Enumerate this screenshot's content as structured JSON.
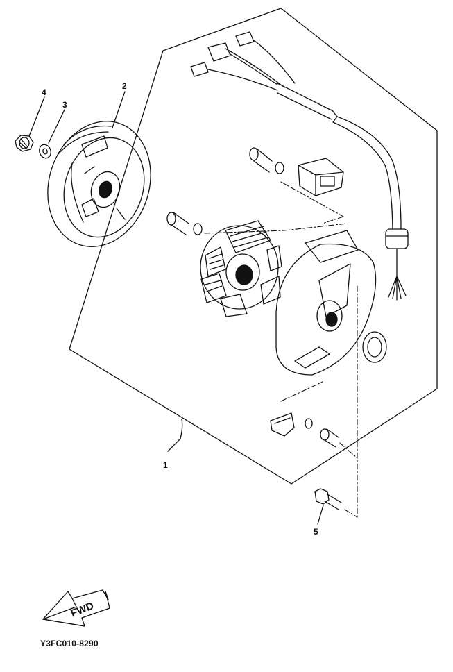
{
  "callouts": {
    "c1": "1",
    "c2": "2",
    "c3": "3",
    "c4": "4",
    "c5": "5"
  },
  "fwd_arrow": {
    "label": "FWD"
  },
  "drawing_code": "Y3FC010-8290"
}
